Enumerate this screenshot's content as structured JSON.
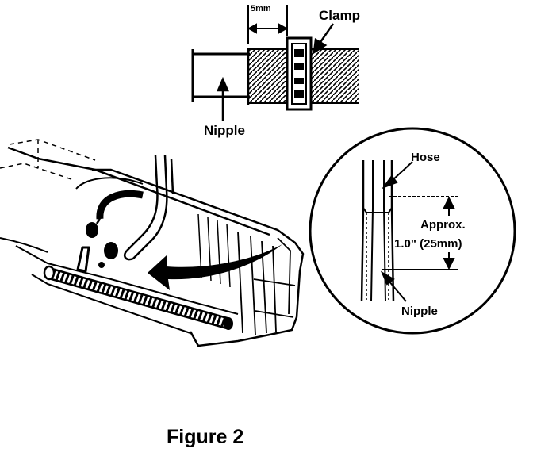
{
  "labels": {
    "spacing": "5mm",
    "clamp": "Clamp",
    "nipple_top": "Nipple",
    "hose": "Hose",
    "approx": "Approx.",
    "measure": "1.0\" (25mm)",
    "nipple_circle": "Nipple"
  },
  "caption": "Figure 2"
}
